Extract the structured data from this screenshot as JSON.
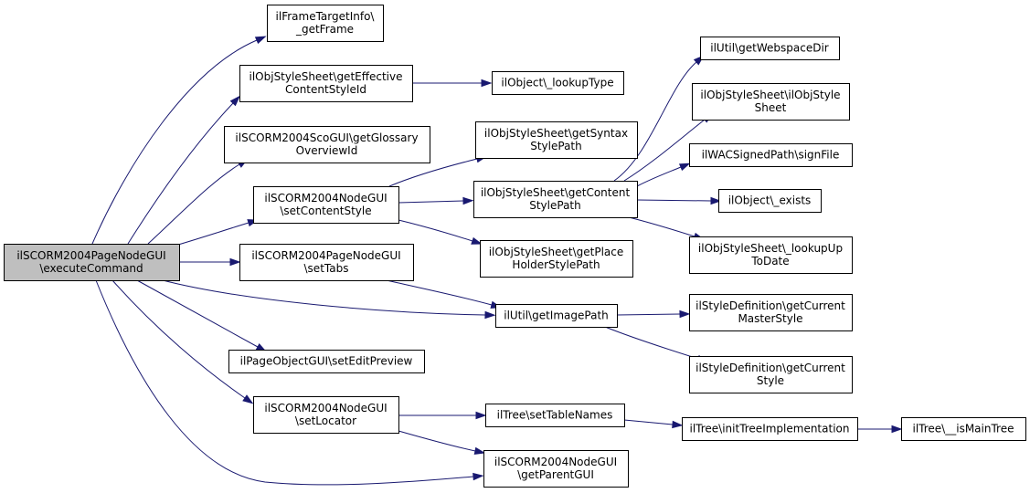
{
  "graph": {
    "nodes": [
      {
        "id": "root",
        "name": "node-ilscorm2004pagenodegui-executecommand",
        "lines": [
          "ilSCORM2004PageNodeGUI",
          "\\executeCommand"
        ],
        "root": true
      },
      {
        "id": "n1",
        "name": "node-ilframetargetinfo-getframe",
        "lines": [
          "ilFrameTargetInfo\\",
          "_getFrame"
        ]
      },
      {
        "id": "n2",
        "name": "node-ilobjstylesheet-geteffectivecontentstyleid",
        "lines": [
          "ilObjStyleSheet\\getEffective",
          "ContentStyleId"
        ]
      },
      {
        "id": "n3",
        "name": "node-ilobject-lookuptype",
        "lines": [
          "ilObject\\_lookupType"
        ]
      },
      {
        "id": "n4",
        "name": "node-ilscorm2004scogui-getglossaryoverviewid",
        "lines": [
          "ilSCORM2004ScoGUI\\getGlossary",
          "OverviewId"
        ]
      },
      {
        "id": "n5",
        "name": "node-ilobjstylesheet-getsyntaxstylepath",
        "lines": [
          "ilObjStyleSheet\\getSyntax",
          "StylePath"
        ]
      },
      {
        "id": "n6",
        "name": "node-ilscorm2004nodegui-setcontentstyle",
        "lines": [
          "ilSCORM2004NodeGUI",
          "\\setContentStyle"
        ]
      },
      {
        "id": "n7",
        "name": "node-ilobjstylesheet-getcontentstylepath",
        "lines": [
          "ilObjStyleSheet\\getContent",
          "StylePath"
        ]
      },
      {
        "id": "n8",
        "name": "node-ilutil-getwebspacedir",
        "lines": [
          "ilUtil\\getWebspaceDir"
        ]
      },
      {
        "id": "n9",
        "name": "node-ilobjstylesheet-ilobjstylesheet",
        "lines": [
          "ilObjStyleSheet\\ilObjStyle",
          "Sheet"
        ]
      },
      {
        "id": "n10",
        "name": "node-ilwacsignedpath-signfile",
        "lines": [
          "ilWACSignedPath\\signFile"
        ]
      },
      {
        "id": "n11",
        "name": "node-ilobject-exists",
        "lines": [
          "ilObject\\_exists"
        ]
      },
      {
        "id": "n12",
        "name": "node-ilobjstylesheet-lookupuptodate",
        "lines": [
          "ilObjStyleSheet\\_lookupUp",
          "ToDate"
        ]
      },
      {
        "id": "n13",
        "name": "node-ilobjstylesheet-getplaceholderstylepath",
        "lines": [
          "ilObjStyleSheet\\getPlace",
          "HolderStylePath"
        ]
      },
      {
        "id": "n14",
        "name": "node-ilscorm2004pagenodegui-settabs",
        "lines": [
          "ilSCORM2004PageNodeGUI",
          "\\setTabs"
        ]
      },
      {
        "id": "n15",
        "name": "node-ilutil-getimagepath",
        "lines": [
          "ilUtil\\getImagePath"
        ]
      },
      {
        "id": "n16",
        "name": "node-ilstyledefinition-getcurrentmasterstyle",
        "lines": [
          "ilStyleDefinition\\getCurrent",
          "MasterStyle"
        ]
      },
      {
        "id": "n17",
        "name": "node-ilstyledefinition-getcurrentstyle",
        "lines": [
          "ilStyleDefinition\\getCurrent",
          "Style"
        ]
      },
      {
        "id": "n18",
        "name": "node-ilpageobjectgui-seteditpreview",
        "lines": [
          "ilPageObjectGUI\\setEditPreview"
        ]
      },
      {
        "id": "n19",
        "name": "node-ilscorm2004nodegui-setlocator",
        "lines": [
          "ilSCORM2004NodeGUI",
          "\\setLocator"
        ]
      },
      {
        "id": "n20",
        "name": "node-iltree-settablenames",
        "lines": [
          "ilTree\\setTableNames"
        ]
      },
      {
        "id": "n21",
        "name": "node-iltree-inittreeimplementation",
        "lines": [
          "ilTree\\initTreeImplementation"
        ]
      },
      {
        "id": "n22",
        "name": "node-iltree-ismaintree",
        "lines": [
          "ilTree\\__isMainTree"
        ]
      },
      {
        "id": "n23",
        "name": "node-ilscorm2004nodegui-getparentgui",
        "lines": [
          "ilSCORM2004NodeGUI",
          "\\getParentGUI"
        ]
      }
    ],
    "edges": [
      [
        "root",
        "n1"
      ],
      [
        "root",
        "n2"
      ],
      [
        "root",
        "n4"
      ],
      [
        "root",
        "n6"
      ],
      [
        "root",
        "n14"
      ],
      [
        "root",
        "n15"
      ],
      [
        "root",
        "n18"
      ],
      [
        "root",
        "n19"
      ],
      [
        "root",
        "n23"
      ],
      [
        "n2",
        "n3"
      ],
      [
        "n6",
        "n5"
      ],
      [
        "n6",
        "n7"
      ],
      [
        "n6",
        "n13"
      ],
      [
        "n7",
        "n8"
      ],
      [
        "n7",
        "n9"
      ],
      [
        "n7",
        "n10"
      ],
      [
        "n7",
        "n11"
      ],
      [
        "n7",
        "n12"
      ],
      [
        "n14",
        "n15"
      ],
      [
        "n15",
        "n16"
      ],
      [
        "n15",
        "n17"
      ],
      [
        "n19",
        "n20"
      ],
      [
        "n19",
        "n23"
      ],
      [
        "n20",
        "n21"
      ],
      [
        "n21",
        "n22"
      ]
    ]
  }
}
